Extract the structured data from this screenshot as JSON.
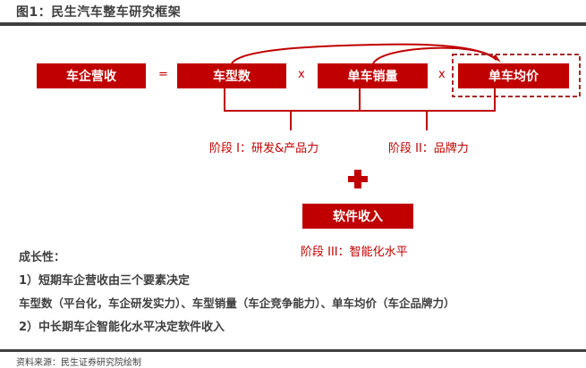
{
  "figure": {
    "title": "图1：民生汽车整车研究框架",
    "source": "资料来源：民生证券研究院绘制"
  },
  "equation": {
    "result_box": "车企营收",
    "equals": "=",
    "factor1": "车型数",
    "times1": "x",
    "factor2": "单车销量",
    "times2": "x",
    "factor3": "单车均价"
  },
  "stages": {
    "stage1": "阶段 I：研发&产品力",
    "stage2": "阶段 II：品牌力",
    "plus": "+",
    "software_box": "软件收入",
    "stage3": "阶段 III：智能化水平"
  },
  "notes": {
    "heading": "成长性：",
    "line1": "1）短期车企营收由三个要素决定",
    "line2": "车型数（平台化，车企研发实力）、车型销量（车企竞争能力）、单车均价（车企品牌力）",
    "line3": "2）中长期车企智能化水平决定软件收入"
  },
  "colors": {
    "accent_red": "#c00000",
    "text_gray": "#3f3f3f",
    "rule_gray": "#404040"
  }
}
